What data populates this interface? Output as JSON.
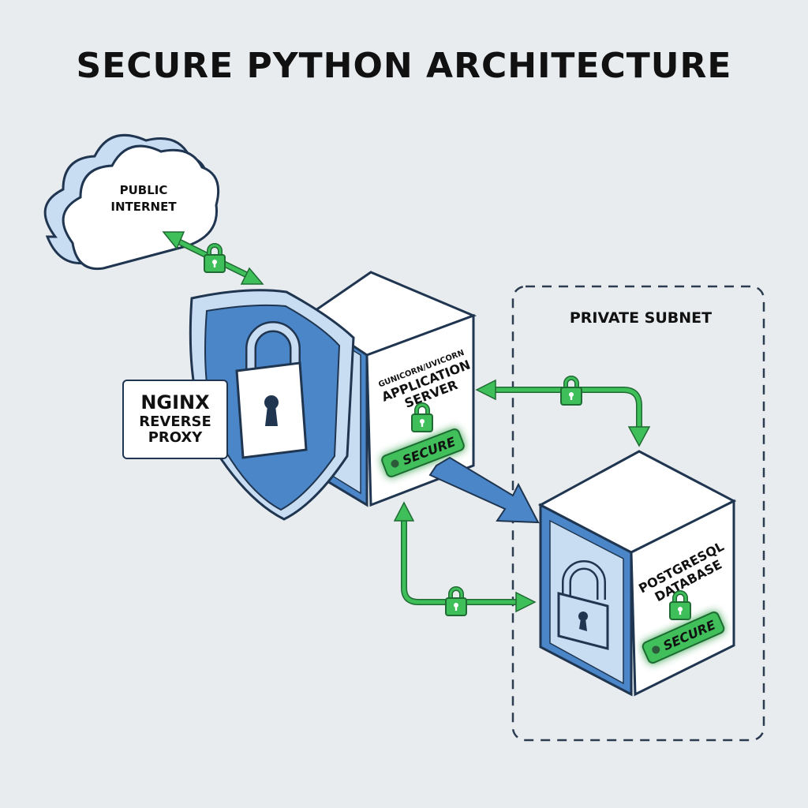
{
  "title": "SECURE PYTHON ARCHITECTURE",
  "nodes": {
    "internet": {
      "line1": "PUBLIC",
      "line2": "INTERNET",
      "icon": "cloud-icon"
    },
    "proxy": {
      "line1": "NGINX",
      "line2": "REVERSE",
      "line3": "PROXY",
      "icon": "shield-lock-icon"
    },
    "app_server": {
      "line1": "GUNICORN/UVICORN",
      "line2": "APPLICATION",
      "line3": "SERVER",
      "badge": "SECURE",
      "icon": "lock-icon"
    },
    "database": {
      "line1": "POSTGRESQL",
      "line2": "DATABASE",
      "badge": "SECURE",
      "icon": "lock-icon"
    }
  },
  "zones": {
    "private_subnet": {
      "label": "PRIVATE SUBNET"
    }
  },
  "connections": [
    {
      "from": "internet",
      "to": "proxy",
      "type": "bidirectional",
      "encrypted": true
    },
    {
      "from": "database",
      "to": "app_server",
      "type": "directed",
      "encrypted": true
    },
    {
      "from": "app_server",
      "to": "database",
      "type": "directed",
      "encrypted": true
    },
    {
      "from": "app_server",
      "to": "database",
      "type": "primary-flow",
      "encrypted": false
    }
  ],
  "colors": {
    "background": "#e9ecef",
    "primary_blue": "#4a86c8",
    "light_blue": "#c9ddf2",
    "outline": "#1f3550",
    "secure_green": "#3fbf5a",
    "green_dark": "#1f6b33"
  }
}
